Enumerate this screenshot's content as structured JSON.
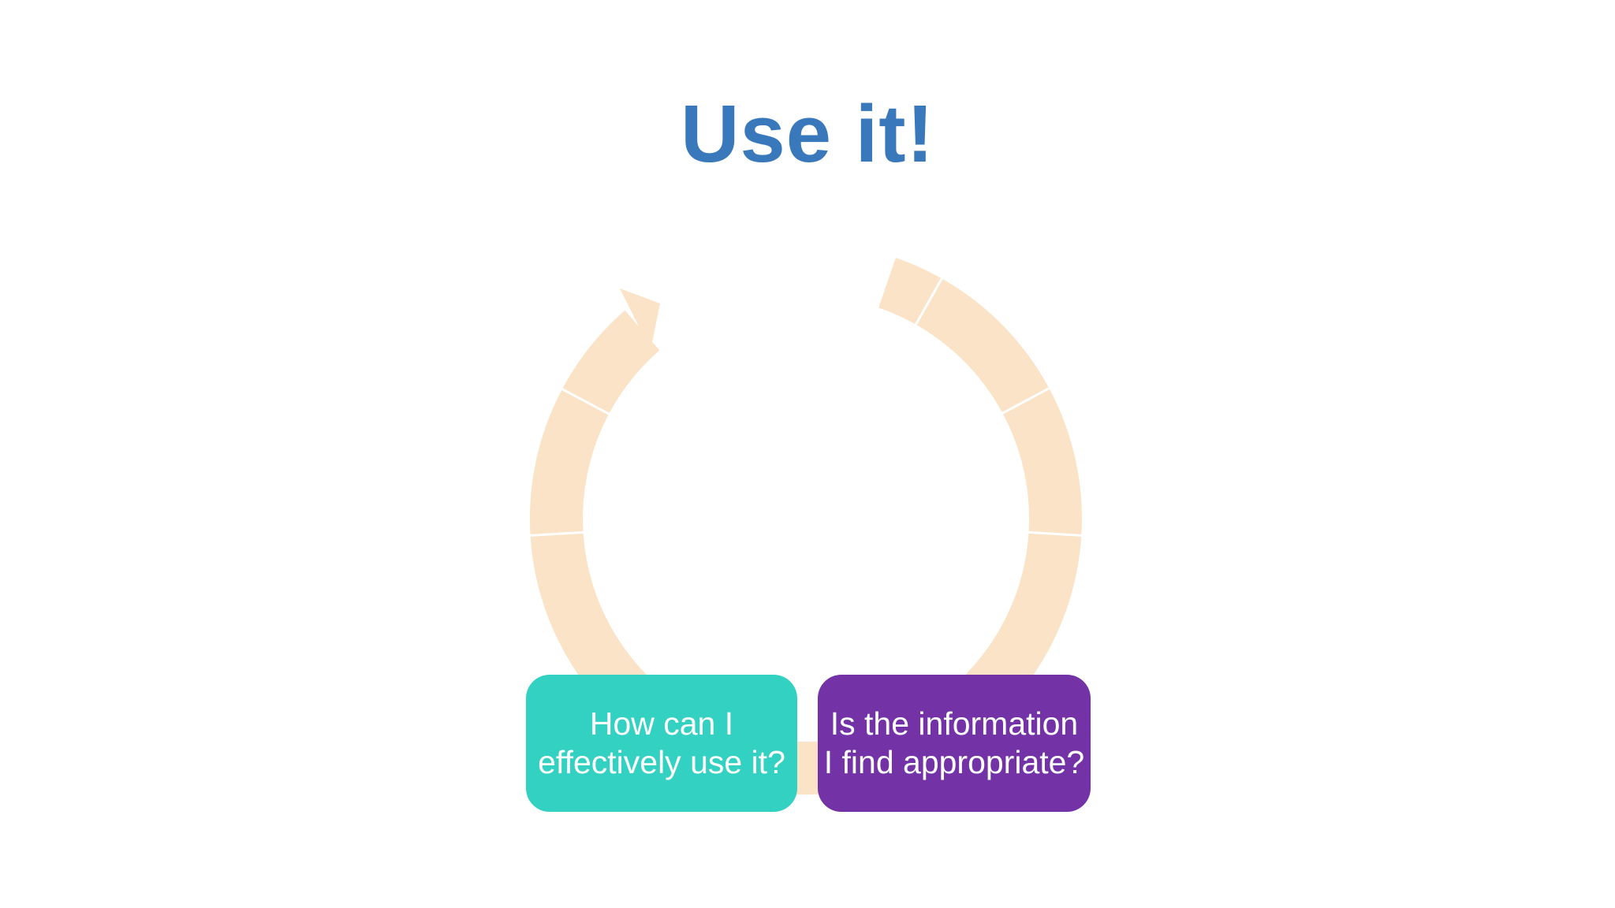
{
  "slide": {
    "title": "Use it!",
    "title_color": "#3A78BC",
    "background_color": "#FFFFFF"
  },
  "diagram": {
    "type": "cycle-arrow",
    "direction": "clockwise",
    "arc_color": "#FBE3C7",
    "divider_color": "#FFFFFF",
    "nodes": [
      {
        "id": "use",
        "lines": [
          "How can I",
          "effectively use it?"
        ],
        "fill_color": "#33D1C2",
        "text_color": "#FFFFFF"
      },
      {
        "id": "evaluate",
        "lines": [
          "Is the information",
          "I find appropriate?"
        ],
        "fill_color": "#7333A6",
        "text_color": "#FFFFFF"
      }
    ]
  }
}
